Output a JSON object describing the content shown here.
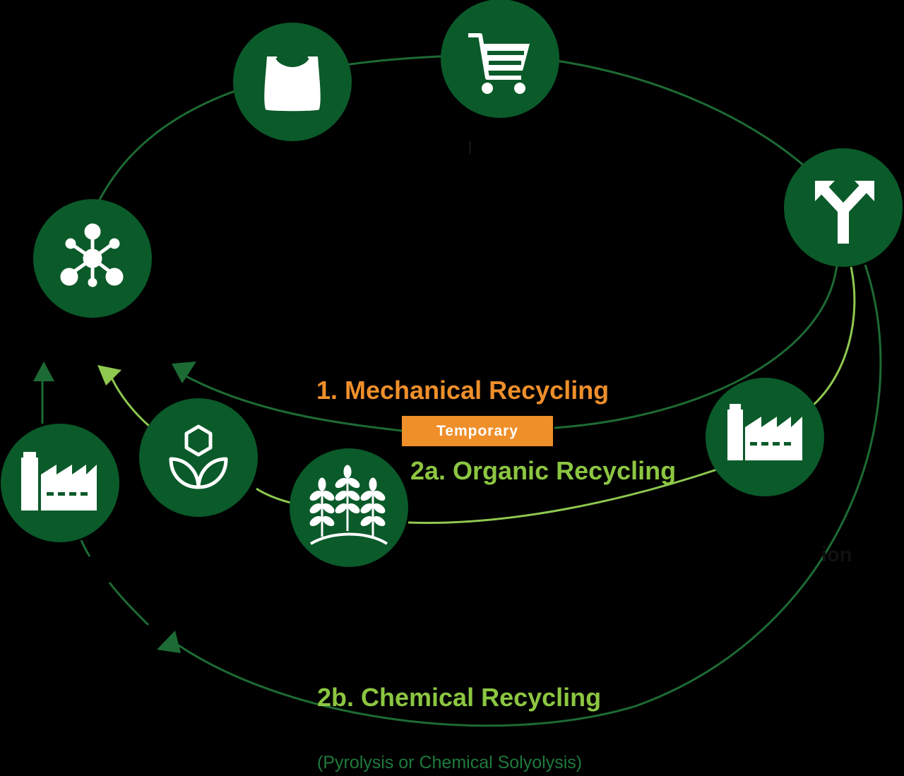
{
  "colors": {
    "background": "#000000",
    "node_fill": "#0b5a2a",
    "dark_loop": "#1d6b34",
    "light_loop": "#8fc94f",
    "mechanical": "#ef8f2a",
    "organic": "#8cc641",
    "chemical": "#8cc641",
    "chemical_sub": "#1f7a3d",
    "icon": "#ffffff"
  },
  "labels": {
    "mechanical": "1. Mechanical Recycling",
    "temporary": "Temporary",
    "organic": "2a. Organic Recycling",
    "chemical": "2b. Chemical Recycling",
    "chemical_sub": "(Pyrolysis or Chemical Solyolysis)",
    "fragment": "ion"
  },
  "nodes": [
    {
      "id": "raw-material",
      "icon": "molecule-icon"
    },
    {
      "id": "product",
      "icon": "shopping-bag-icon"
    },
    {
      "id": "consumer",
      "icon": "shopping-cart-icon"
    },
    {
      "id": "separation",
      "icon": "split-arrow-icon"
    },
    {
      "id": "recycling-plant",
      "icon": "factory-icon"
    },
    {
      "id": "compost",
      "icon": "crops-icon"
    },
    {
      "id": "bio-material",
      "icon": "hexagon-plant-icon"
    },
    {
      "id": "chemical-plant",
      "icon": "factory-icon"
    }
  ]
}
